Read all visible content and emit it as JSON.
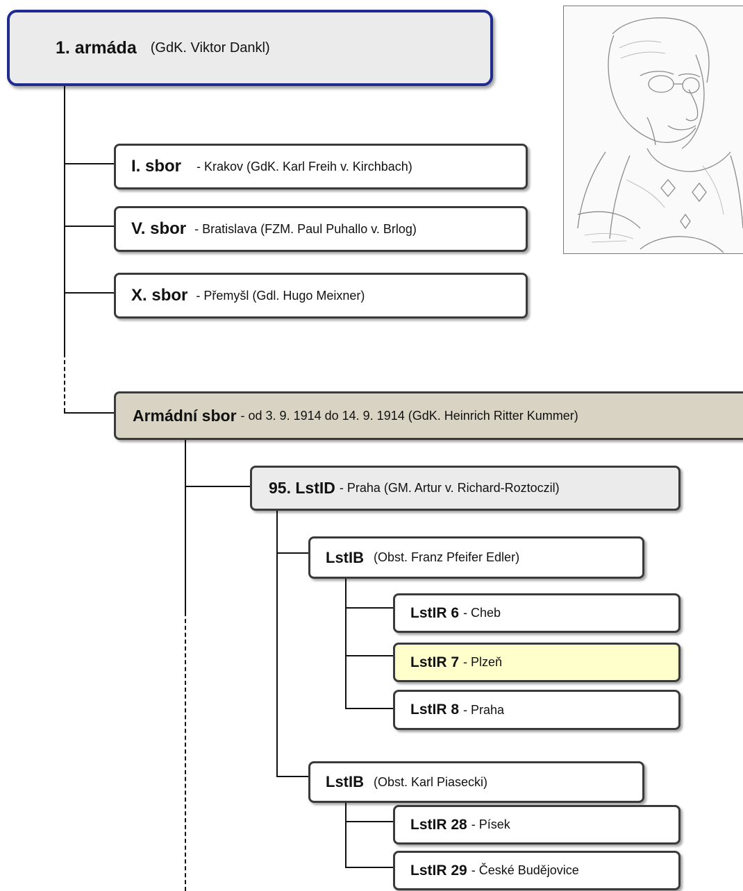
{
  "army": {
    "name": "1. armáda",
    "detail": "(GdK. Viktor Dankl)"
  },
  "corps": [
    {
      "name": "I. sbor",
      "detail": "- Krakov  (GdK. Karl Freih v. Kirchbach)"
    },
    {
      "name": "V. sbor",
      "detail": "- Bratislava  (FZM. Paul Puhallo v. Brlog)"
    },
    {
      "name": "X. sbor",
      "detail": "- Přemyšl  (Gdl. Hugo Meixner)"
    }
  ],
  "armadni": {
    "name": "Armádní sbor",
    "detail": "- od 3. 9. 1914 do 14. 9. 1914  (GdK. Heinrich Ritter Kummer)"
  },
  "division": {
    "name": "95. LstID",
    "detail": "- Praha  (GM. Artur v. Richard-Roztoczil)"
  },
  "brigades": [
    {
      "name": "LstIB",
      "detail": "(Obst. Franz Pfeifer Edler)"
    },
    {
      "name": "LstIB",
      "detail": "(Obst. Karl Piasecki)"
    }
  ],
  "regiments": [
    {
      "name": "LstIR 6",
      "detail": "- Cheb"
    },
    {
      "name": "LstIR 7",
      "detail": "- Plzeň"
    },
    {
      "name": "LstIR 8",
      "detail": "- Praha"
    },
    {
      "name": "LstIR 28",
      "detail": "- Písek"
    },
    {
      "name": "LstIR 29",
      "detail": "- České Budějovice"
    }
  ],
  "colors": {
    "army_border": "#1f2b8f",
    "armadni_fill": "#d9d3c3",
    "division_fill": "#ebebeb",
    "highlight_fill": "#ffffcc"
  },
  "portrait": {
    "icon": "pencil-sketch-portrait"
  }
}
